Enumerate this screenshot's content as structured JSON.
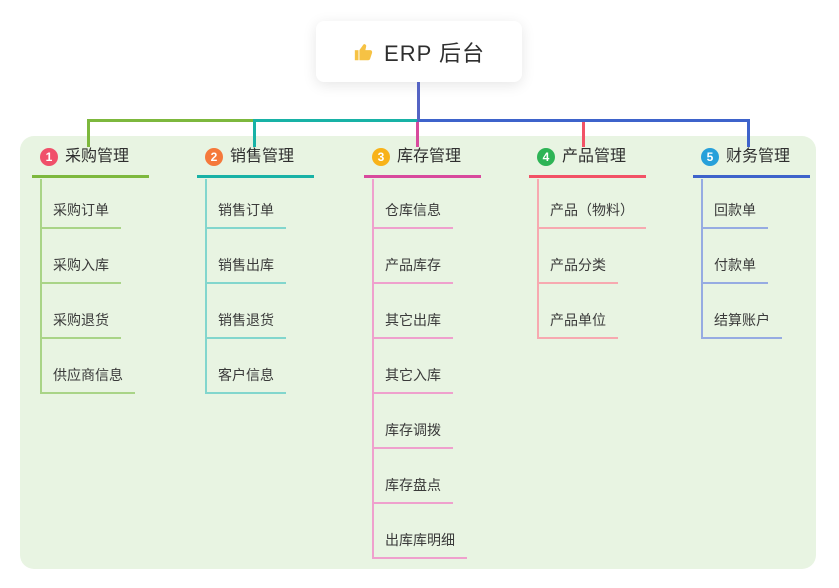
{
  "root": {
    "title": "ERP 后台",
    "icon": "thumbs-up-icon",
    "icon_color": "#f6c244",
    "line_color": "#5564c4"
  },
  "panel": {
    "background": "#e8f4e2"
  },
  "branches": [
    {
      "num": "1",
      "label": "采购管理",
      "badge_color": "#f0506a",
      "line_strong": "#7db83d",
      "line_light": "#a9d487",
      "children": [
        "采购订单",
        "采购入库",
        "采购退货",
        "供应商信息"
      ]
    },
    {
      "num": "2",
      "label": "销售管理",
      "badge_color": "#f5793b",
      "line_strong": "#18b2a6",
      "line_light": "#82d6cd",
      "children": [
        "销售订单",
        "销售出库",
        "销售退货",
        "客户信息"
      ]
    },
    {
      "num": "3",
      "label": "库存管理",
      "badge_color": "#f8b219",
      "line_strong": "#d84a9d",
      "line_light": "#efa0cd",
      "children": [
        "仓库信息",
        "产品库存",
        "其它出库",
        "其它入库",
        "库存调拨",
        "库存盘点",
        "出库库明细"
      ]
    },
    {
      "num": "4",
      "label": "产品管理",
      "badge_color": "#2eb456",
      "line_strong": "#f25266",
      "line_light": "#f7a9b0",
      "children": [
        "产品（物料）",
        "产品分类",
        "产品单位"
      ]
    },
    {
      "num": "5",
      "label": "财务管理",
      "badge_color": "#27a0da",
      "line_strong": "#3e63cb",
      "line_light": "#96abe2",
      "children": [
        "回款单",
        "付款单",
        "结算账户"
      ]
    }
  ]
}
